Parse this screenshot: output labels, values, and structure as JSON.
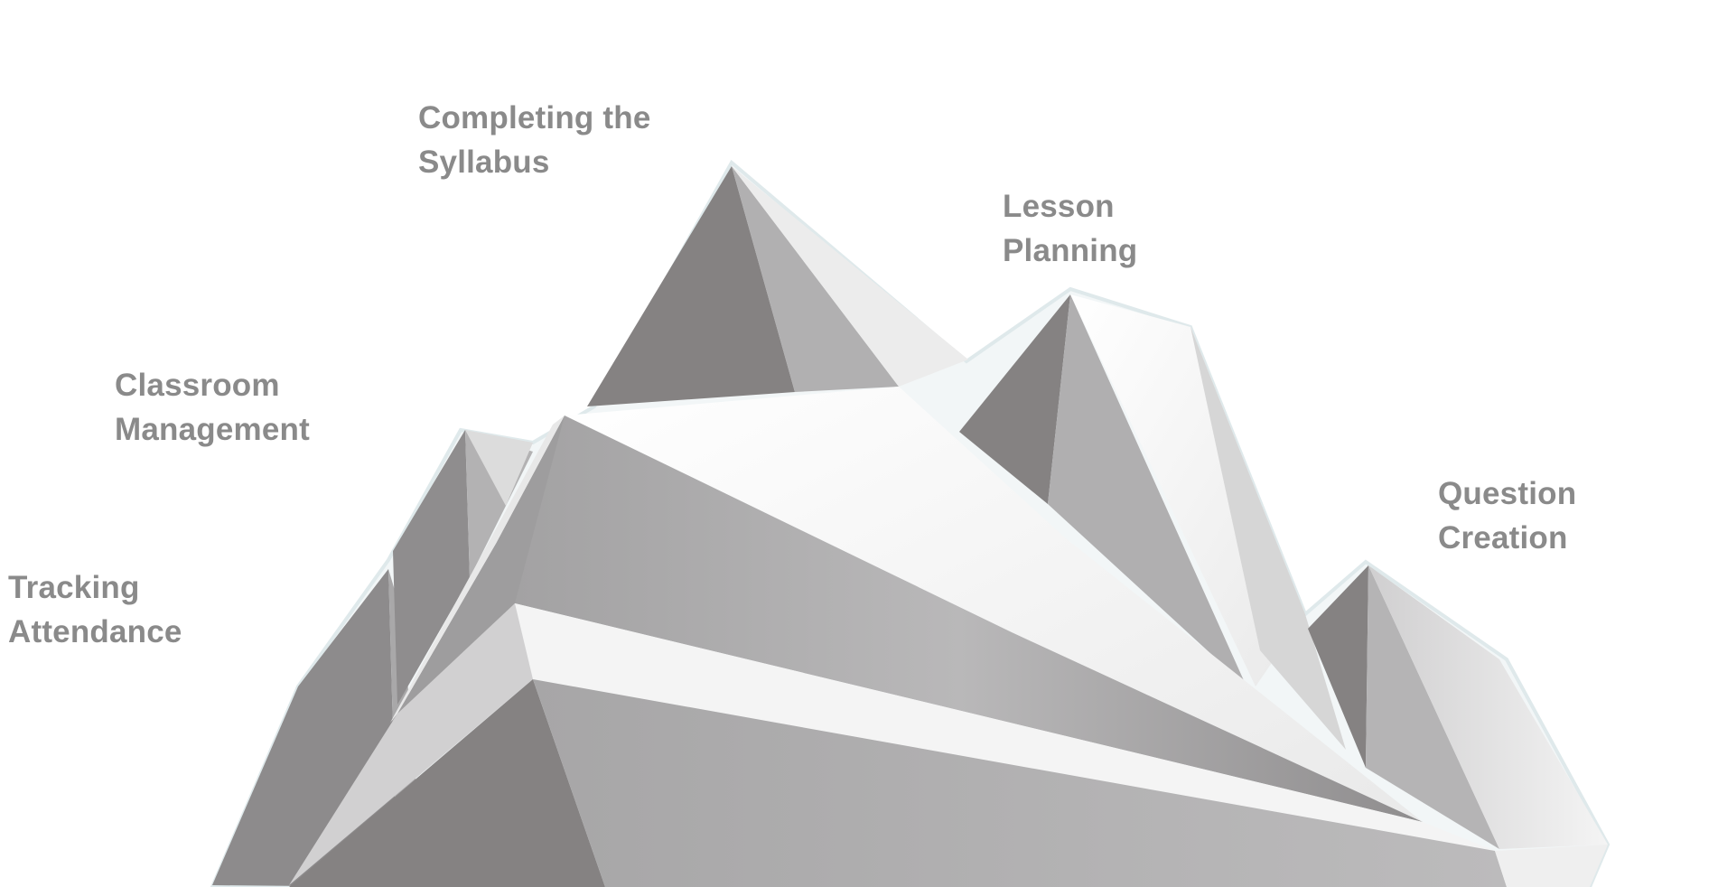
{
  "labels": {
    "completing_syllabus": {
      "line1": "Completing the",
      "line2": "Syllabus"
    },
    "lesson_planning": {
      "line1": "Lesson",
      "line2": "Planning"
    },
    "classroom_management": {
      "line1": "Classroom",
      "line2": "Management"
    },
    "question_creation": {
      "line1": "Question",
      "line2": "Creation"
    },
    "tracking_attendance": {
      "line1": "Tracking",
      "line2": "Attendance"
    }
  },
  "colors": {
    "label_text": "#8a8a8a",
    "facet_dark": "#858282",
    "facet_mid": "#a9a8a9",
    "facet_light": "#d9d9d9",
    "facet_white": "#f6f6f6",
    "outline": "#e3ecee"
  }
}
